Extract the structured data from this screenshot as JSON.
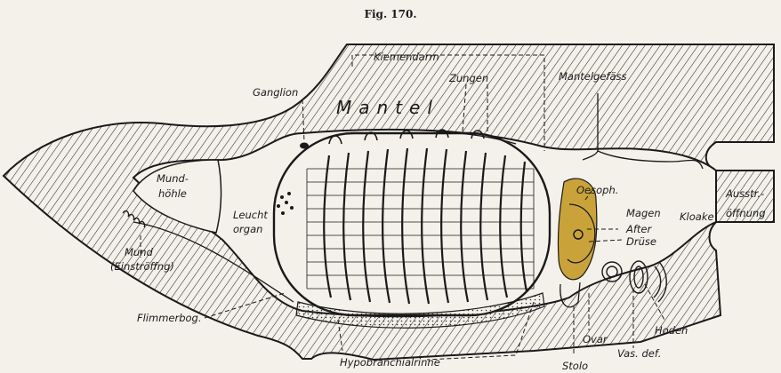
{
  "figure": {
    "title": "Fig. 170."
  },
  "labels": {
    "kiemendarm": "Kiemendarm",
    "zungen": "Zungen",
    "mantelgefaess": "Mantelgefäss",
    "ganglion": "Ganglion",
    "mantel": "Mantel",
    "mund_hoehle_1": "Mund-",
    "mund_hoehle_2": "höhle",
    "leucht_1": "Leucht",
    "leucht_2": "organ",
    "oesoph": "Oesoph.",
    "magen": "Magen",
    "kloake": "Kloake",
    "ausstr_1": "Ausstr.-",
    "ausstr_2": "öffnung",
    "after": "After",
    "druese": "Drüse",
    "mund": "Mund",
    "einstroeffng": "(Einströffng)",
    "flimmerbog": "Flimmerbog.",
    "hoden": "Hoden",
    "ovar": "Ovar",
    "vas_def": "Vas. def.",
    "hypobranchialrinne": "Hypobranchialrinne",
    "stolo": "Stolo"
  },
  "colors": {
    "background": "#f4f1ea",
    "ink": "#1a1a1a",
    "digestive_highlight": "#c9a33a"
  }
}
